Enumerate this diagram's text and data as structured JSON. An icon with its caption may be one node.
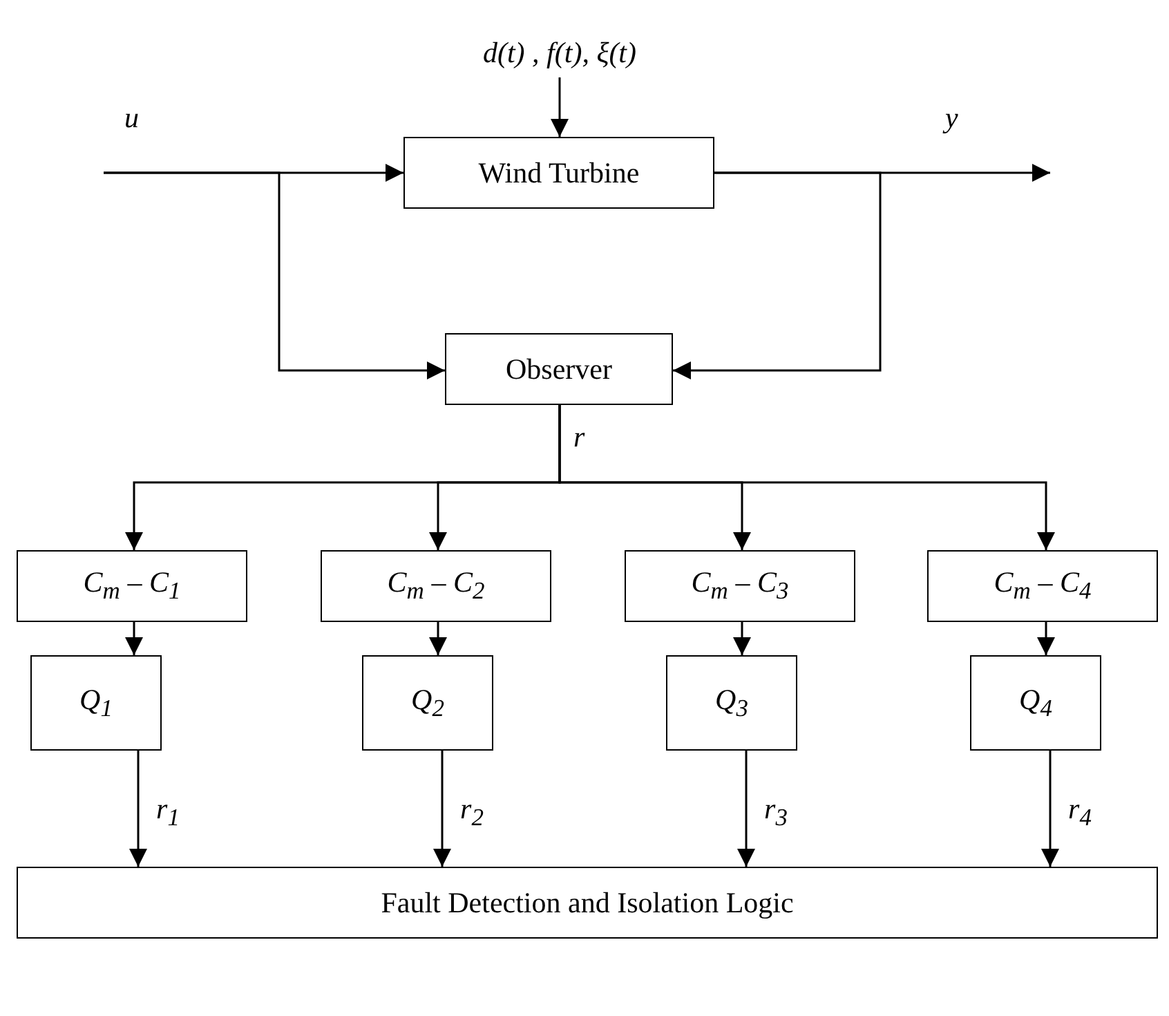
{
  "diagram": {
    "nodes": [
      {
        "text": [
          "d(t) , f(t),  ξ(t)"
        ]
      },
      {
        "text": [
          "Wind Turbine"
        ]
      },
      {
        "text": [
          "Observer"
        ]
      },
      {
        "text": [
          "C$_{m}$ – C$_{1}$"
        ]
      },
      {
        "text": [
          "C$_{m}$ – C$_{2}$"
        ]
      },
      {
        "text": [
          "C$_{m}$ – C$_{3}$"
        ]
      },
      {
        "text": [
          "C$_{m}$ – C$_{4}$"
        ]
      },
      {
        "text": [
          "Q$_{1}$"
        ]
      },
      {
        "text": [
          "Q$_{2}$"
        ]
      },
      {
        "text": [
          "Q$_{3}$"
        ]
      },
      {
        "text": [
          "Q$_{4}$"
        ]
      },
      {
        "text": [
          "Fault Detection and Isolation Logic"
        ]
      }
    ],
    "edges": [
      {
        "from": 0,
        "to": 1,
        "arrow": "to"
      },
      {
        "from": null,
        "to": 1,
        "arrow": "to",
        "label": "u"
      },
      {
        "from": null,
        "to": 2,
        "arrow": "to"
      },
      {
        "from": 1,
        "to": null,
        "arrow": "to",
        "label": "y"
      },
      {
        "from": 1,
        "to": 2,
        "arrow": "to"
      },
      {
        "from": 2,
        "to": 3,
        "arrow": "to",
        "label": "r"
      },
      {
        "from": 2,
        "to": 4,
        "arrow": "to"
      },
      {
        "from": 2,
        "to": 5,
        "arrow": "to"
      },
      {
        "from": 2,
        "to": 6,
        "arrow": "to"
      },
      {
        "from": 3,
        "to": 7,
        "arrow": "to"
      },
      {
        "from": 4,
        "to": 8,
        "arrow": "to"
      },
      {
        "from": 5,
        "to": 9,
        "arrow": "to"
      },
      {
        "from": 6,
        "to": 10,
        "arrow": "to"
      },
      {
        "from": 7,
        "to": 11,
        "arrow": "to",
        "label": "r$_{1}$"
      },
      {
        "from": 8,
        "to": 11,
        "arrow": "to",
        "label": "r$_{2}$"
      },
      {
        "from": 9,
        "to": 11,
        "arrow": "to",
        "label": "r$_{3}$"
      },
      {
        "from": 10,
        "to": 11,
        "arrow": "to",
        "label": "r$_{4}$"
      }
    ]
  }
}
